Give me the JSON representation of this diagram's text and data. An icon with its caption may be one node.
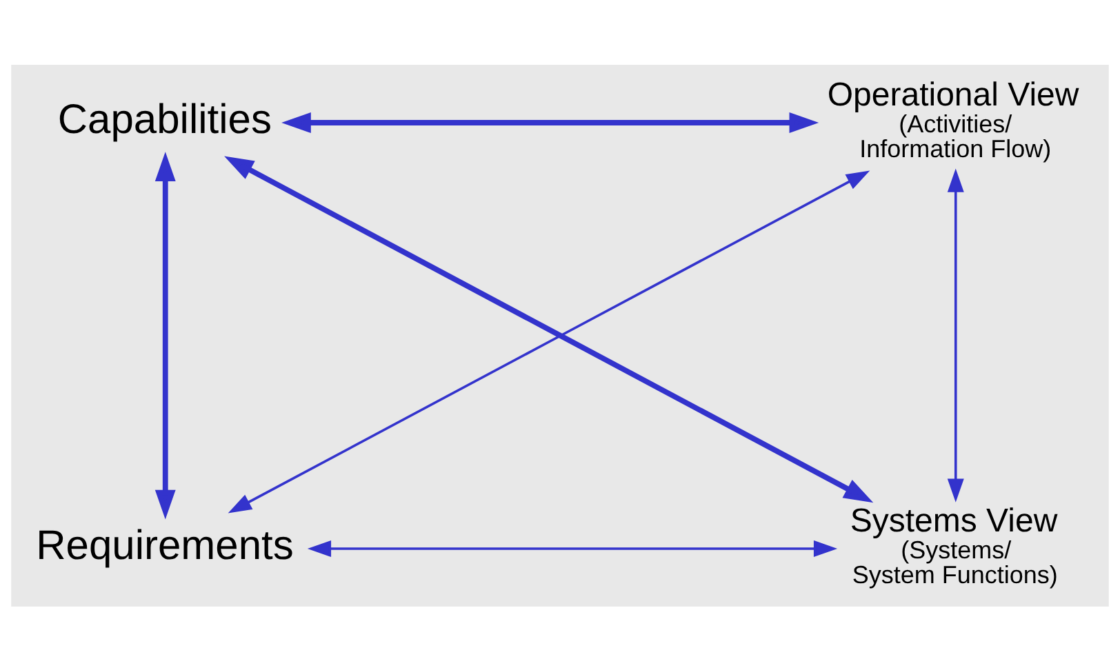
{
  "diagram": {
    "nodes": [
      {
        "text": [
          "Capabilities"
        ]
      },
      {
        "text": [
          "Operational View",
          "(Activities/ Information Flow)"
        ]
      },
      {
        "text": [
          "Requirements"
        ]
      },
      {
        "text": [
          "Systems View",
          "(Systems/ System Functions)"
        ]
      }
    ],
    "edges": [
      {
        "from": 0,
        "to": 1,
        "arrow": "both",
        "style": "thick"
      },
      {
        "from": 0,
        "to": 2,
        "arrow": "both",
        "style": "thick"
      },
      {
        "from": 0,
        "to": 3,
        "arrow": "both",
        "style": "thick"
      },
      {
        "from": 1,
        "to": 2,
        "arrow": "both"
      },
      {
        "from": 1,
        "to": 3,
        "arrow": "both"
      },
      {
        "from": 2,
        "to": 3,
        "arrow": "both"
      }
    ]
  }
}
